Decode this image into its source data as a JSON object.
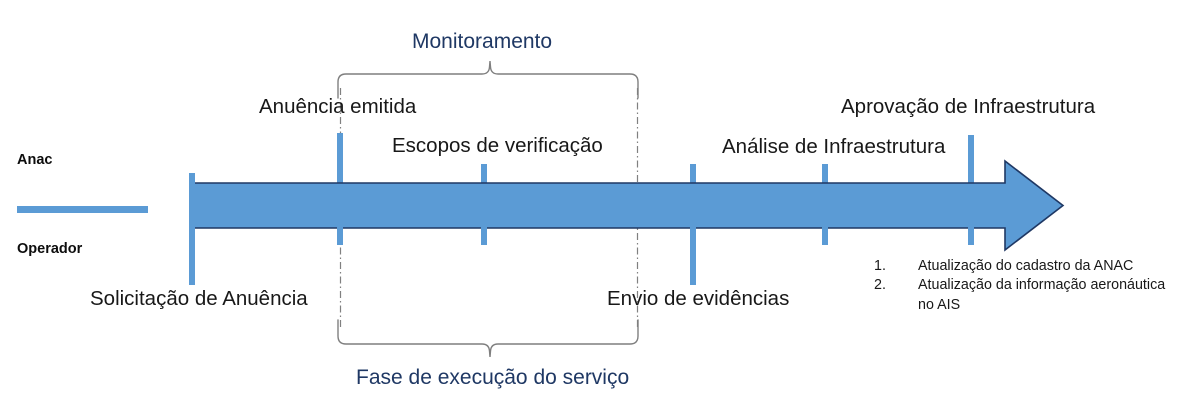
{
  "colors": {
    "band_fill": "#5B9BD5",
    "band_stroke": "#1F3864",
    "tick": "#5B9BD5",
    "brace": "#7F7F7F",
    "dashdot": "#808080",
    "label_text": "#181818",
    "phase_text": "#1F3864",
    "legend_line": "#5B9BD5"
  },
  "axis_labels": {
    "top": "Anac",
    "bottom": "Operador"
  },
  "phases": {
    "top": "Monitoramento",
    "bottom": "Fase de execução do serviço"
  },
  "milestones": {
    "above": [
      {
        "label": "Anuência emitida"
      },
      {
        "label": "Escopos de verificação"
      },
      {
        "label": "Análise de Infraestrutura"
      },
      {
        "label": "Aprovação de Infraestrutura"
      }
    ],
    "below": [
      {
        "label": "Solicitação de Anuência"
      },
      {
        "label": "Envio de evidências"
      }
    ]
  },
  "notes": [
    {
      "num": "1.",
      "text": "Atualização do cadastro da ANAC"
    },
    {
      "num": "2.",
      "text": "Atualização da informação aeronáutica\nno AIS"
    }
  ]
}
